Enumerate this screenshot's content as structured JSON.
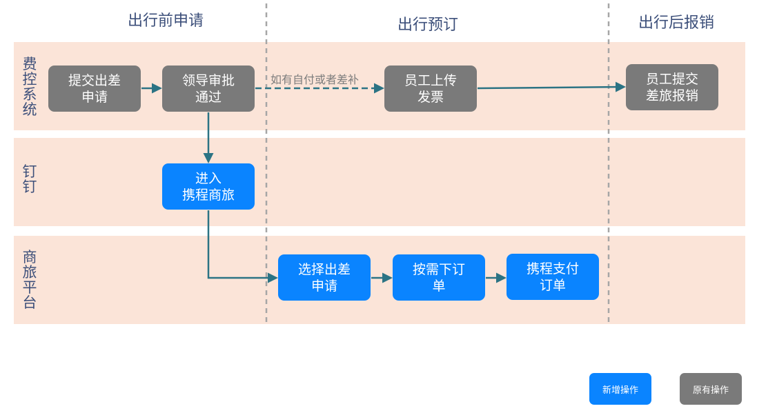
{
  "phases": {
    "pre": "出行前申请",
    "booking": "出行预订",
    "post": "出行后报销"
  },
  "lanes": {
    "expense": "费控系统",
    "dingtalk": "钉钉",
    "travel_platform": "商旅平台"
  },
  "nodes": {
    "submit": {
      "line1": "提交出差",
      "line2": "申请"
    },
    "approve": {
      "line1": "领导审批",
      "line2": "通过"
    },
    "invoice": {
      "line1": "员工上传",
      "line2": "发票"
    },
    "reimburse": {
      "line1": "员工提交",
      "line2": "差旅报销"
    },
    "enter": {
      "line1": "进入",
      "line2": "携程商旅"
    },
    "select": {
      "line1": "选择出差",
      "line2": "申请"
    },
    "order": {
      "line1": "按需下订",
      "line2": "单"
    },
    "pay": {
      "line1": "携程支付",
      "line2": "订单"
    }
  },
  "edge_note": "如有自付或者差补",
  "legend": {
    "new_op": "新增操作",
    "original_op": "原有操作"
  },
  "colors": {
    "lane_background": "#fbe4d8",
    "new_operation": "#0a84ff",
    "original_operation": "#7a7a7a",
    "arrow": "#2b7384",
    "phase_divider": "#a6a6a6",
    "title_text": "#3c4f7a"
  }
}
